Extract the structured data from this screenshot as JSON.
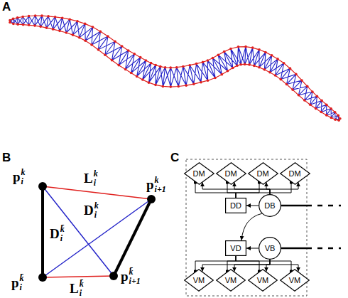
{
  "diagram": {
    "nodes": [
      {
        "text": [
          "DM"
        ]
      },
      {
        "text": [
          "DM"
        ]
      },
      {
        "text": [
          "DM"
        ]
      },
      {
        "text": [
          "DM"
        ]
      },
      {
        "text": [
          "DD"
        ]
      },
      {
        "text": [
          "DB"
        ]
      },
      {
        "text": [
          "VD"
        ]
      },
      {
        "text": [
          "VB"
        ]
      },
      {
        "text": [
          "VM"
        ]
      },
      {
        "text": [
          "VM"
        ]
      },
      {
        "text": [
          "VM"
        ]
      },
      {
        "text": [
          "VM"
        ]
      }
    ],
    "edges": [
      {
        "from": 5,
        "to": 0,
        "arrow": "to"
      },
      {
        "from": 5,
        "to": 1,
        "arrow": "to"
      },
      {
        "from": 5,
        "to": 2,
        "arrow": "to"
      },
      {
        "from": 5,
        "to": 3,
        "arrow": "to"
      },
      {
        "from": 4,
        "to": 0,
        "arrow": "to"
      },
      {
        "from": 4,
        "to": 1,
        "arrow": "to"
      },
      {
        "from": 4,
        "to": 2,
        "arrow": "to"
      },
      {
        "from": 4,
        "to": 3,
        "arrow": "to"
      },
      {
        "from": 5,
        "to": 4,
        "arrow": "to"
      },
      {
        "from": 5,
        "to": 6,
        "arrow": "to"
      },
      {
        "from": 7,
        "to": 6,
        "arrow": "to"
      },
      {
        "from": 7,
        "to": 8,
        "arrow": "to"
      },
      {
        "from": 7,
        "to": 9,
        "arrow": "to"
      },
      {
        "from": 7,
        "to": 10,
        "arrow": "to"
      },
      {
        "from": 7,
        "to": 11,
        "arrow": "to"
      },
      {
        "from": 6,
        "to": 8,
        "arrow": "to"
      },
      {
        "from": 6,
        "to": 9,
        "arrow": "to"
      },
      {
        "from": 6,
        "to": 10,
        "arrow": "to"
      },
      {
        "from": 6,
        "to": 11,
        "arrow": "to"
      }
    ],
    "labels": [
      "A",
      "B",
      "C",
      "p",
      "k",
      "i",
      "L",
      "k",
      "i",
      "p",
      "k",
      "i+1",
      "D",
      "k",
      "i",
      "D",
      "k̄",
      "i",
      "p",
      "k̄",
      "i",
      "L",
      "k̄",
      "i",
      "p",
      "k̄",
      "i+1"
    ]
  }
}
